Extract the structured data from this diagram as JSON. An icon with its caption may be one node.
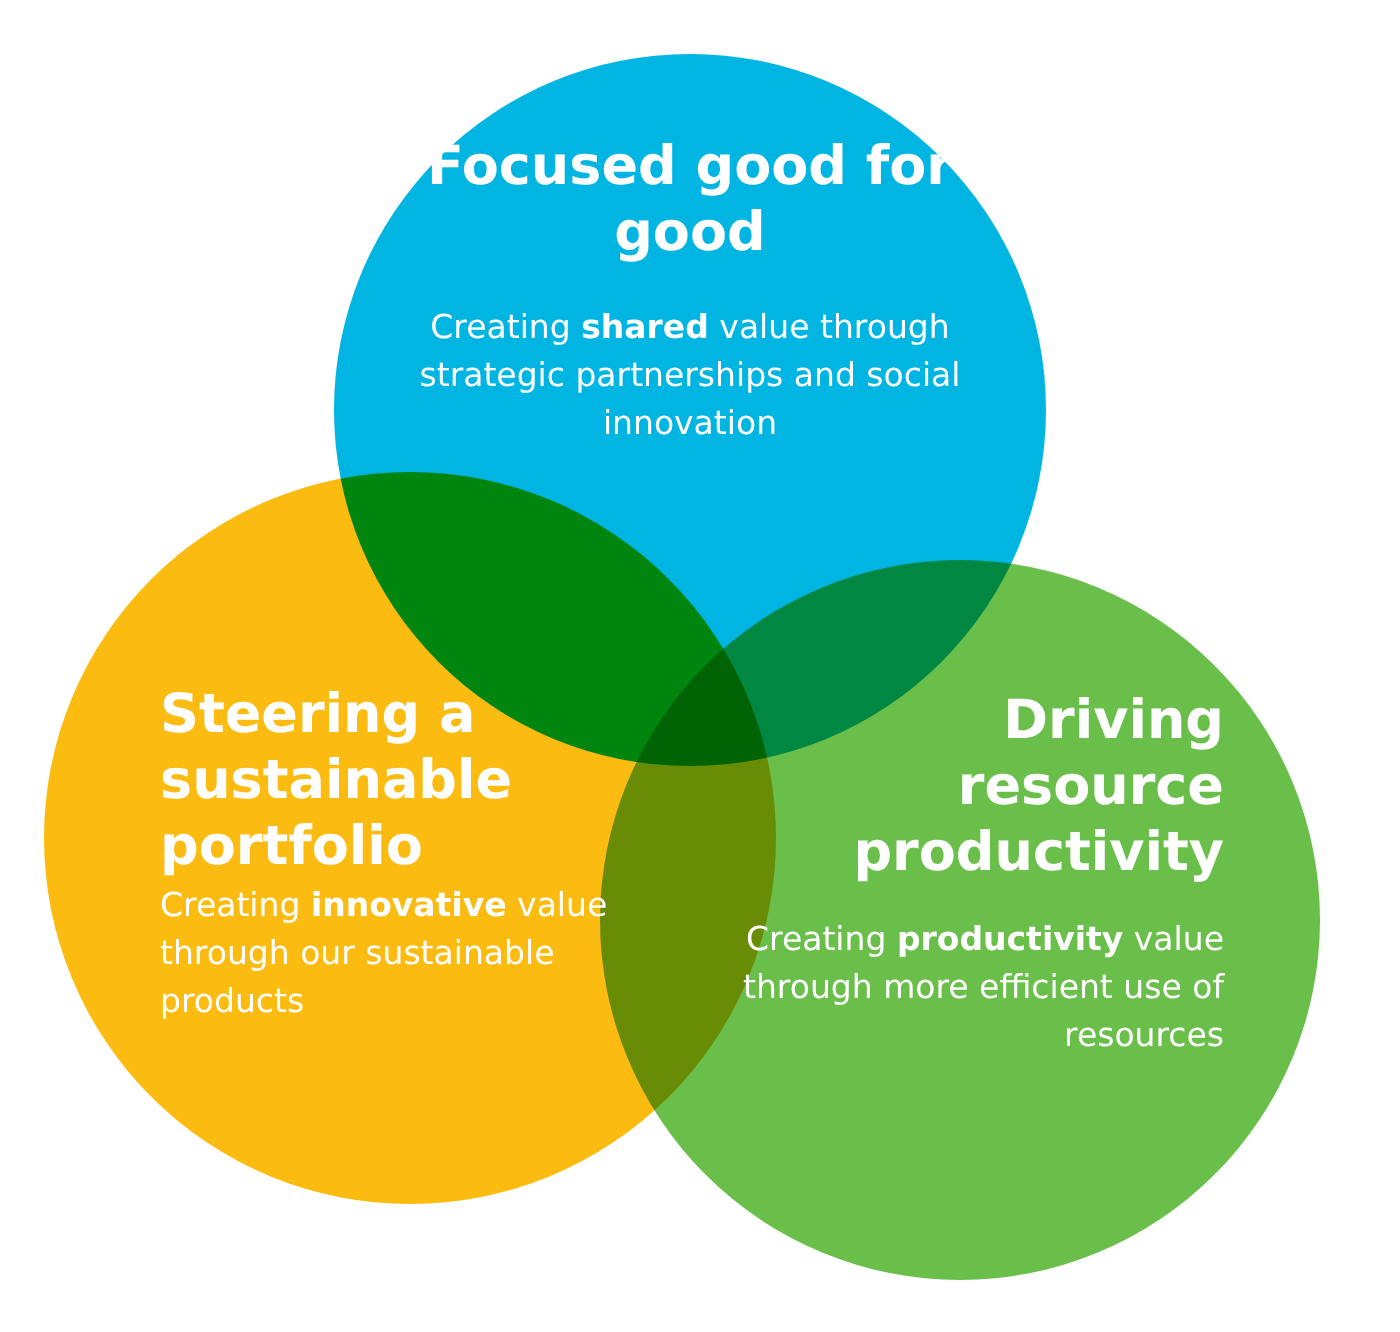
{
  "diagram": {
    "nodes": [
      {
        "text": [
          "Focused good for good",
          "Creating **shared** value through strategic partnerships and social innovation"
        ]
      },
      {
        "text": [
          "Steering a sustainable portfolio",
          "Creating **innovative** value through our sustainable products"
        ]
      },
      {
        "text": [
          "Driving resource productivity",
          "Creating **productivity** value through more efficient use of resources"
        ]
      }
    ],
    "edges": []
  }
}
